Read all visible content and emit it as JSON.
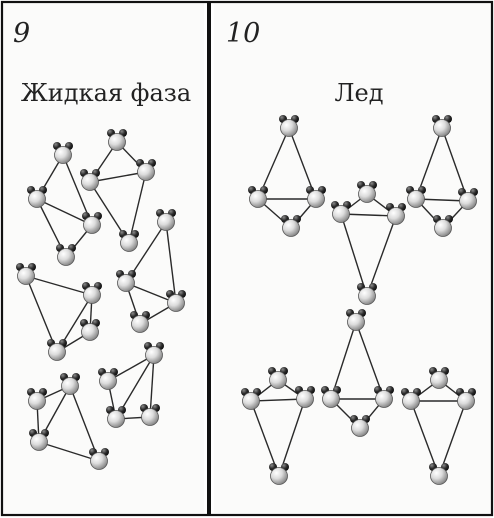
{
  "panels": {
    "left": {
      "number": "9",
      "title": "Жидкая фаза"
    },
    "right": {
      "number": "10",
      "title": "Лед"
    }
  },
  "colors": {
    "frame": "#111111",
    "background": "#fbfbfa",
    "atom_light": "#f2f2f2",
    "atom_shade": "#8a8a8a",
    "hydrogen": "#1e1e1e",
    "bond": "#2a2a2a"
  }
}
